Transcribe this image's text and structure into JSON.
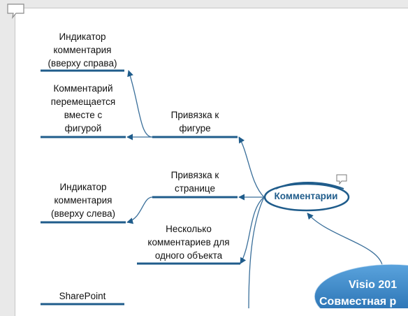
{
  "colors": {
    "line": "#1f5c8b",
    "connector": "#3a6f9a",
    "main_oval_top": "#5aa3dd",
    "main_oval_bottom": "#1b63a6"
  },
  "icons": {
    "top_left": "comment-icon",
    "center": "comment-icon"
  },
  "nodes": {
    "center": "Комментарии",
    "main_line1": "Visio 201",
    "main_line2": "Совместная р",
    "attach_shape": "Привязка к\nфигуре",
    "attach_page": "Привязка к\nстранице",
    "multiple": "Несколько\nкомментариев для\nодного объекта",
    "indicator_top_right": "Индикатор\nкомментария\n(вверху справа)",
    "moves_with_shape": "Комментарий\nперемещается\nвместе с\nфигурой",
    "indicator_top_left": "Индикатор\nкомментария\n(вверху слева)",
    "sharepoint": "SharePoint"
  }
}
